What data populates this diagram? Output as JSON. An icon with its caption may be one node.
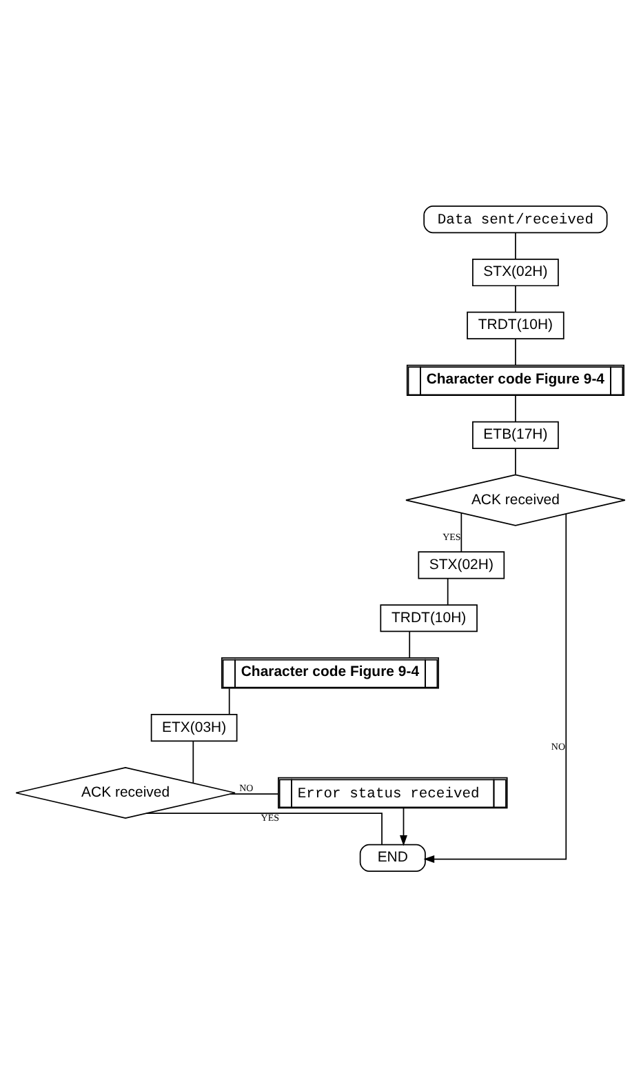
{
  "diagram": {
    "nodes": [
      {
        "text": [
          "Data sent/received"
        ]
      },
      {
        "text": [
          "STX(02H)"
        ]
      },
      {
        "text": [
          "TRDT(10H)"
        ]
      },
      {
        "text": [
          "Character code Figure 9-4"
        ]
      },
      {
        "text": [
          "ETB(17H)"
        ]
      },
      {
        "text": [
          "ACK received"
        ]
      },
      {
        "text": [
          "STX(02H)"
        ]
      },
      {
        "text": [
          "TRDT(10H)"
        ]
      },
      {
        "text": [
          "Character code Figure 9-4"
        ]
      },
      {
        "text": [
          "ETX(03H)"
        ]
      },
      {
        "text": [
          "ACK received"
        ]
      },
      {
        "text": [
          "Error status received"
        ]
      },
      {
        "text": [
          "END"
        ]
      }
    ],
    "edges": [
      {
        "from": 0,
        "to": 1,
        "arrow": "none"
      },
      {
        "from": 1,
        "to": 2,
        "arrow": "none"
      },
      {
        "from": 2,
        "to": 3,
        "arrow": "none"
      },
      {
        "from": 3,
        "to": 4,
        "arrow": "none"
      },
      {
        "from": 4,
        "to": 5,
        "arrow": "none"
      },
      {
        "from": 5,
        "to": 6,
        "label": "YES",
        "arrow": "none"
      },
      {
        "from": 5,
        "to": 12,
        "label": "NO",
        "arrow": "to"
      },
      {
        "from": 6,
        "to": 7,
        "arrow": "none"
      },
      {
        "from": 7,
        "to": 8,
        "arrow": "none"
      },
      {
        "from": 8,
        "to": 9,
        "arrow": "none"
      },
      {
        "from": 9,
        "to": 10,
        "arrow": "none"
      },
      {
        "from": 10,
        "to": 11,
        "label": "NO",
        "arrow": "none"
      },
      {
        "from": 10,
        "to": 12,
        "label": "YES",
        "arrow": "none"
      },
      {
        "from": 11,
        "to": 12,
        "arrow": "to"
      }
    ]
  }
}
